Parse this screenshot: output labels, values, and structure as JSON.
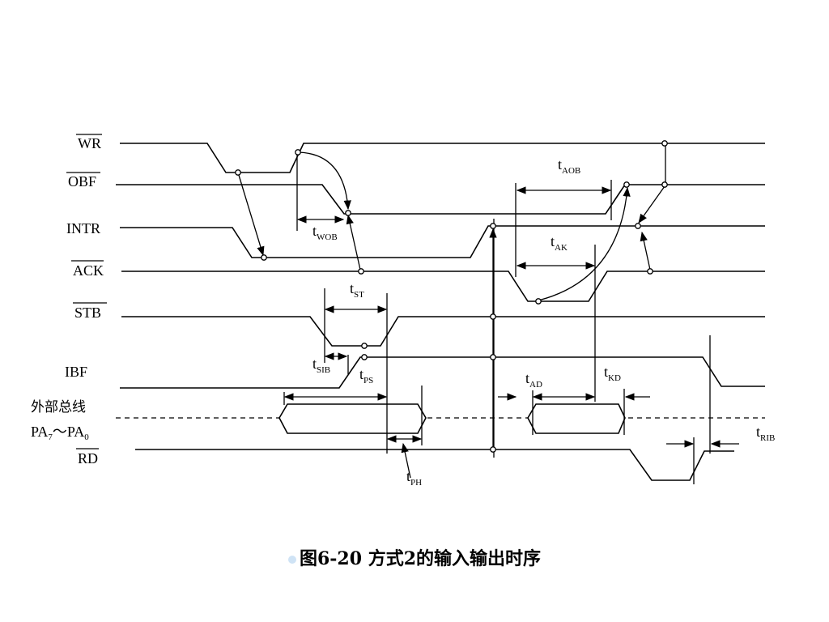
{
  "signals": {
    "wr": "WR",
    "obf": "OBF",
    "intr": "INTR",
    "ack": "ACK",
    "stb": "STB",
    "ibf": "IBF",
    "bus_line1": "外部总线",
    "bus_pa7_main": "PA",
    "bus_pa7_sub": "7",
    "bus_tilde": "～",
    "bus_pa0_main": "PA",
    "bus_pa0_sub": "0",
    "rd": "RD"
  },
  "timing": {
    "t_wob": {
      "main": "t",
      "sub": "WOB"
    },
    "t_aob": {
      "main": "t",
      "sub": "AOB"
    },
    "t_ak": {
      "main": "t",
      "sub": "AK"
    },
    "t_st": {
      "main": "t",
      "sub": "ST"
    },
    "t_sib": {
      "main": "t",
      "sub": "SIB"
    },
    "t_ps": {
      "main": "t",
      "sub": "PS"
    },
    "t_ad": {
      "main": "t",
      "sub": "AD"
    },
    "t_kd": {
      "main": "t",
      "sub": "KD"
    },
    "t_rib": {
      "main": "t",
      "sub": "RIB"
    },
    "t_ph": {
      "main": "t",
      "sub": "PH"
    }
  },
  "caption": "图6-20  方式2的输入输出时序"
}
